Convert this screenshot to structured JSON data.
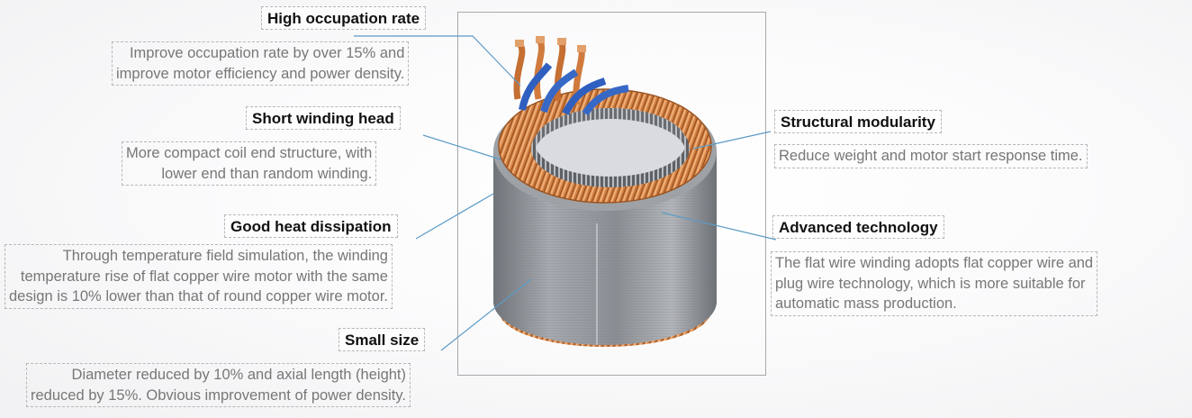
{
  "callouts": {
    "high_occupation": {
      "title": "High occupation rate",
      "lines": [
        "Improve occupation rate by over 15% and",
        "improve motor efficiency and power density."
      ]
    },
    "short_winding": {
      "title": "Short winding head",
      "lines": [
        "More compact coil end structure, with",
        "lower end than random winding."
      ]
    },
    "heat_dissipation": {
      "title": "Good heat dissipation",
      "lines": [
        "Through temperature field simulation, the winding",
        "temperature rise of flat copper wire motor with the same",
        "design is 10% lower than that of round copper wire motor."
      ]
    },
    "small_size": {
      "title": "Small size",
      "lines": [
        "Diameter reduced by 10% and axial length (height)",
        "reduced by 15%. Obvious improvement of power density."
      ]
    },
    "structural_modularity": {
      "title": "Structural modularity",
      "lines": [
        "Reduce weight and motor start response time."
      ]
    },
    "advanced_technology": {
      "title": "Advanced technology",
      "lines": [
        "The flat wire winding adopts flat copper wire and",
        "plug wire technology, which is more suitable for",
        "automatic mass production."
      ]
    }
  },
  "colors": {
    "leader_line": "#5b9bc6",
    "copper": "#c8763a",
    "steel": "#8d9298",
    "blue_insulation": "#2f5fbf"
  }
}
